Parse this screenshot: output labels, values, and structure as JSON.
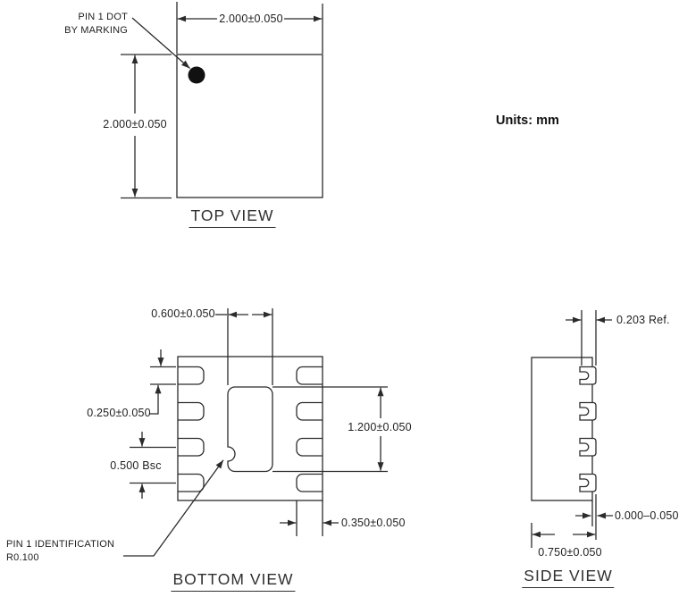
{
  "drawing": {
    "units_label": "Units: mm",
    "top_view": {
      "title": "TOP VIEW",
      "width_dim": "2.000±0.050",
      "height_dim": "2.000±0.050",
      "pin1_note_line1": "PIN 1 DOT",
      "pin1_note_line2": "BY MARKING"
    },
    "bottom_view": {
      "title": "BOTTOM VIEW",
      "epad_width_dim": "0.600±0.050",
      "lead_width_dim": "0.250±0.050",
      "lead_pitch_dim": "0.500 Bsc",
      "epad_length_dim": "1.200±0.050",
      "lead_length_dim": "0.350±0.050",
      "pin1_note_line1": "PIN 1 IDENTIFICATION",
      "pin1_note_line2": "R0.100"
    },
    "side_view": {
      "title": "SIDE VIEW",
      "lead_thickness_dim": "0.203 Ref.",
      "standoff_dim": "0.000–0.050",
      "body_width_dim": "0.750±0.050"
    },
    "colors": {
      "line": "#2b2b2b",
      "text": "#1e1e1e",
      "background": "#ffffff"
    }
  }
}
